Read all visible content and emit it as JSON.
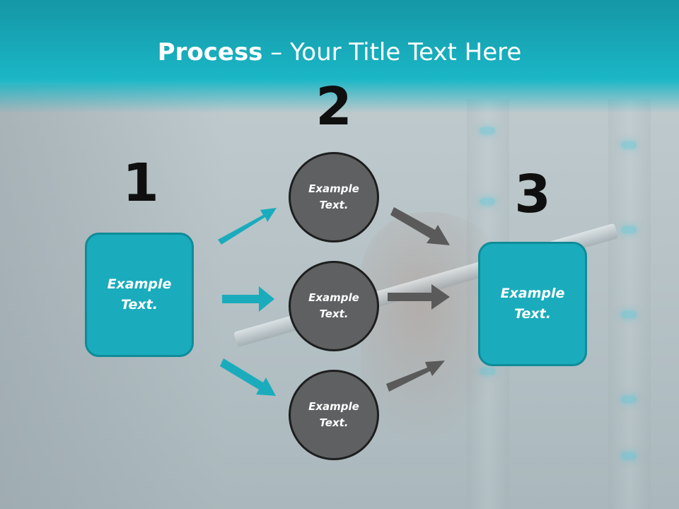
{
  "title": {
    "bold": "Process",
    "rest": " – Your Title Text Here"
  },
  "steps": [
    {
      "number": "1",
      "label": "Example Text."
    },
    {
      "number": "2",
      "labels": [
        "Example Text.",
        "Example Text.",
        "Example Text."
      ]
    },
    {
      "number": "3",
      "label": "Example Text."
    }
  ],
  "colors": {
    "teal": "#1aacbc",
    "teal_dark": "#0f8b99",
    "circle": "#5f6061",
    "arrow_gray": "#5a5a5a"
  }
}
